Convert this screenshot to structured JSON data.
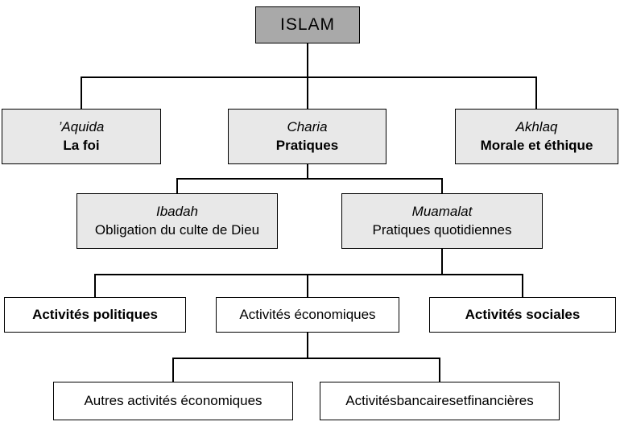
{
  "diagram": {
    "root": {
      "title": "ISLAM"
    },
    "level2": [
      {
        "term": "’Aquida",
        "label": "La foi"
      },
      {
        "term": "Charia",
        "label": "Pratiques"
      },
      {
        "term": "Akhlaq",
        "label": "Morale et éthique"
      }
    ],
    "level3": [
      {
        "term": "Ibadah",
        "label": "Obligation du culte de Dieu"
      },
      {
        "term": "Muamalat",
        "label": "Pratiques quotidiennes"
      }
    ],
    "level4": [
      {
        "label": "Activités politiques"
      },
      {
        "label": "Activités économiques"
      },
      {
        "label": "Activités sociales"
      }
    ],
    "level5": [
      {
        "label": "Autres activités économiques"
      },
      {
        "label": "Activitésbancairesetfinancières"
      }
    ],
    "colors": {
      "root_fill": "#a9a9a9",
      "branch_fill": "#e8e8e8",
      "leaf_fill": "#ffffff",
      "border": "#000000"
    }
  }
}
